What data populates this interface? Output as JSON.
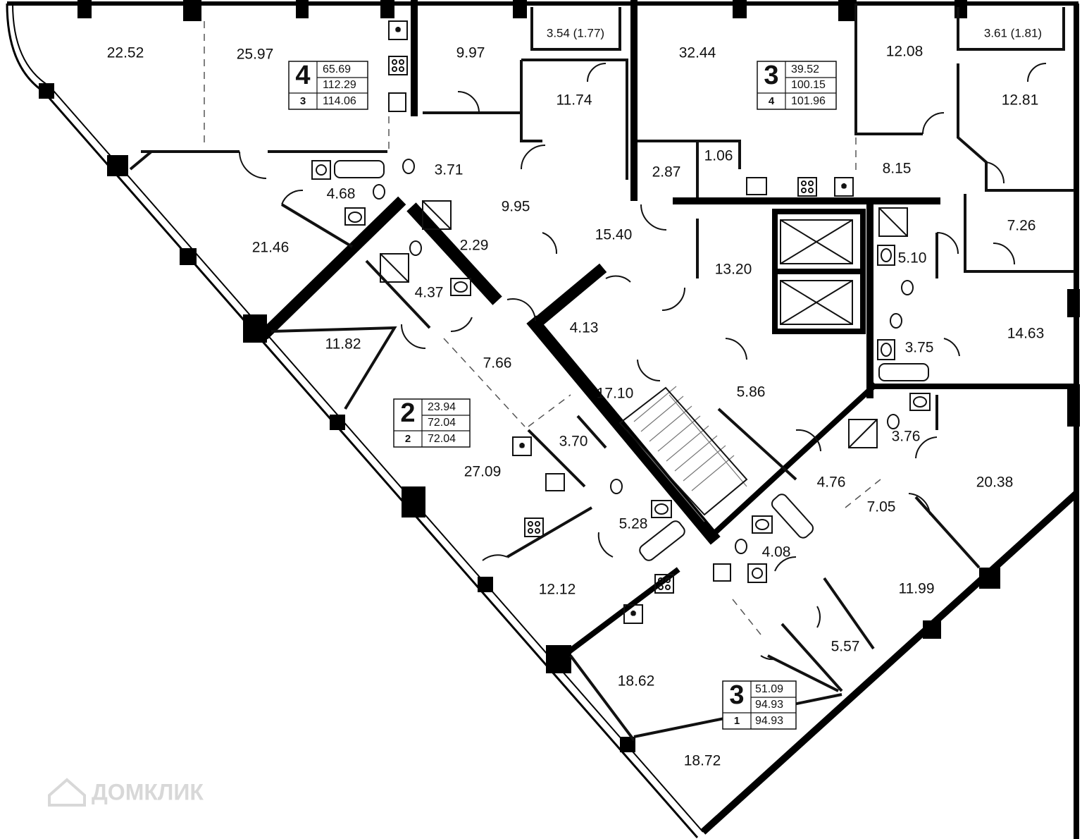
{
  "rooms": [
    {
      "label": "22.52"
    },
    {
      "label": "25.97"
    },
    {
      "label": "9.97"
    },
    {
      "label": "3.54 (1.77)"
    },
    {
      "label": "11.74"
    },
    {
      "label": "32.44"
    },
    {
      "label": "12.08"
    },
    {
      "label": "3.61 (1.81)"
    },
    {
      "label": "12.81"
    },
    {
      "label": "4.68"
    },
    {
      "label": "3.71"
    },
    {
      "label": "9.95"
    },
    {
      "label": "2.87"
    },
    {
      "label": "1.06"
    },
    {
      "label": "8.15"
    },
    {
      "label": "21.46"
    },
    {
      "label": "15.40"
    },
    {
      "label": "2.29"
    },
    {
      "label": "7.26"
    },
    {
      "label": "13.20"
    },
    {
      "label": "5.10"
    },
    {
      "label": "4.37"
    },
    {
      "label": "4.13"
    },
    {
      "label": "11.82"
    },
    {
      "label": "3.75"
    },
    {
      "label": "14.63"
    },
    {
      "label": "7.66"
    },
    {
      "label": "17.10"
    },
    {
      "label": "5.86"
    },
    {
      "label": "3.70"
    },
    {
      "label": "3.76"
    },
    {
      "label": "27.09"
    },
    {
      "label": "4.76"
    },
    {
      "label": "20.38"
    },
    {
      "label": "5.28"
    },
    {
      "label": "7.05"
    },
    {
      "label": "4.08"
    },
    {
      "label": "12.12"
    },
    {
      "label": "11.99"
    },
    {
      "label": "5.57"
    },
    {
      "label": "18.62"
    },
    {
      "label": "18.72"
    }
  ],
  "apartments": [
    {
      "rooms": "4",
      "floor": "3",
      "living": "65.69",
      "total": "112.29",
      "total2": "114.06"
    },
    {
      "rooms": "3",
      "floor": "4",
      "living": "39.52",
      "total": "100.15",
      "total2": "101.96"
    },
    {
      "rooms": "2",
      "floor": "2",
      "living": "23.94",
      "total": "72.04",
      "total2": "72.04"
    },
    {
      "rooms": "3",
      "floor": "1",
      "living": "51.09",
      "total": "94.93",
      "total2": "94.93"
    }
  ],
  "watermark": "ДОМКЛИК",
  "colors": {
    "wall": "#000000",
    "thin": "#111111",
    "bg": "#ffffff",
    "watermark": "#d8d8d8"
  }
}
